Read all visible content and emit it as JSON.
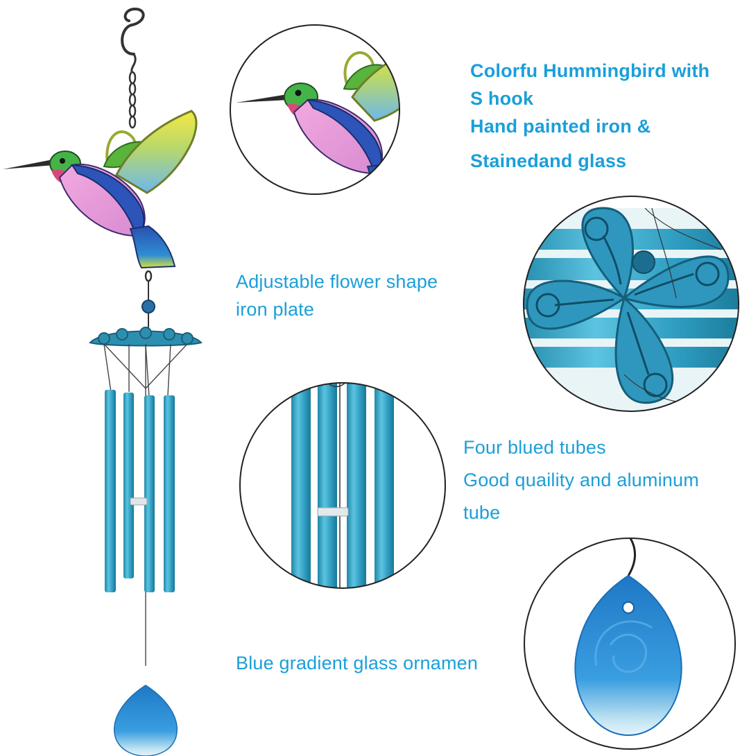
{
  "captions": {
    "hummingbird": {
      "line1": "Colorfu Hummingbird with",
      "line2": "S hook",
      "line3": "Hand painted iron &",
      "line4": "Stainedand glass"
    },
    "flower_plate": {
      "line1": "Adjustable flower shape",
      "line2": "iron plate"
    },
    "tubes": {
      "line1": "Four blued tubes",
      "line2": "Good quaility and aluminum",
      "line3": "tube"
    },
    "ornament": {
      "line1": "Blue gradient glass ornamen"
    }
  },
  "colors": {
    "caption_text": "#1a9fd9",
    "tube_blue": "#3aa8c9",
    "bird_green": "#3fae3a",
    "bird_pink": "#e39ad6",
    "bird_blue": "#2d54b8",
    "wing_yellow": "#f2e24a",
    "wing_sky": "#77c0ec",
    "ornament_blue": "#2a86d3",
    "frame": "#222222"
  }
}
